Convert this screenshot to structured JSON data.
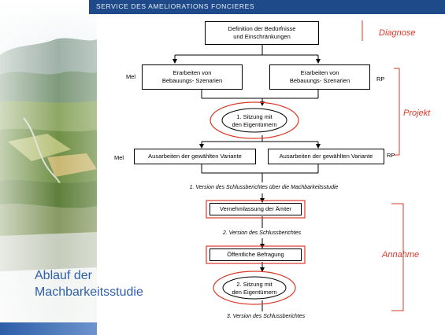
{
  "header": {
    "title": "SERVICE DES AMELIORATIONS FONCIERES"
  },
  "slide_title": {
    "line1": "Ablauf der",
    "line2": "Machbarkeitsstudie"
  },
  "phases": {
    "diagnose": "Diagnose",
    "projekt": "Projekt",
    "annahme": "Annahme"
  },
  "boxes": {
    "definition": {
      "line1": "Definition der Bedürfnisse",
      "line2": "und Einschränkungen"
    },
    "erarbeiten_left": {
      "line1": "Erarbeiten von",
      "line2": "Bebauungs- Szenarien"
    },
    "erarbeiten_right": {
      "line1": "Erarbeiten von",
      "line2": "Bebauungs- Szenarien"
    },
    "sitzung1": {
      "line1": "1.   Sitzung mit",
      "line2": "den Eigentümern"
    },
    "ausarbeiten_left": "Ausarbeiten der gewählten Variante",
    "ausarbeiten_right": "Ausarbeiten der gewählten Variante",
    "vernehm": "Vernehmlassung der Ämter",
    "befragung": "Öffentliche Befragung",
    "sitzung2": {
      "line1": "2.  Sitzung mit",
      "line2": "den Eigentümern"
    }
  },
  "side_labels": {
    "mel1": "Mel",
    "rp1": "RP",
    "mel2": "Mel",
    "rp2": "RP"
  },
  "versions": {
    "v1": "1. Version des Schlussberichtes über die Machbarkeitsstudie",
    "v2": "2. Version des Schlussberichtes",
    "v3": "3. Version des Schlussberichtes"
  },
  "colors": {
    "header": "#1f4a8a",
    "accent_red": "#d93a2a",
    "title_blue": "#2f5fa6"
  }
}
